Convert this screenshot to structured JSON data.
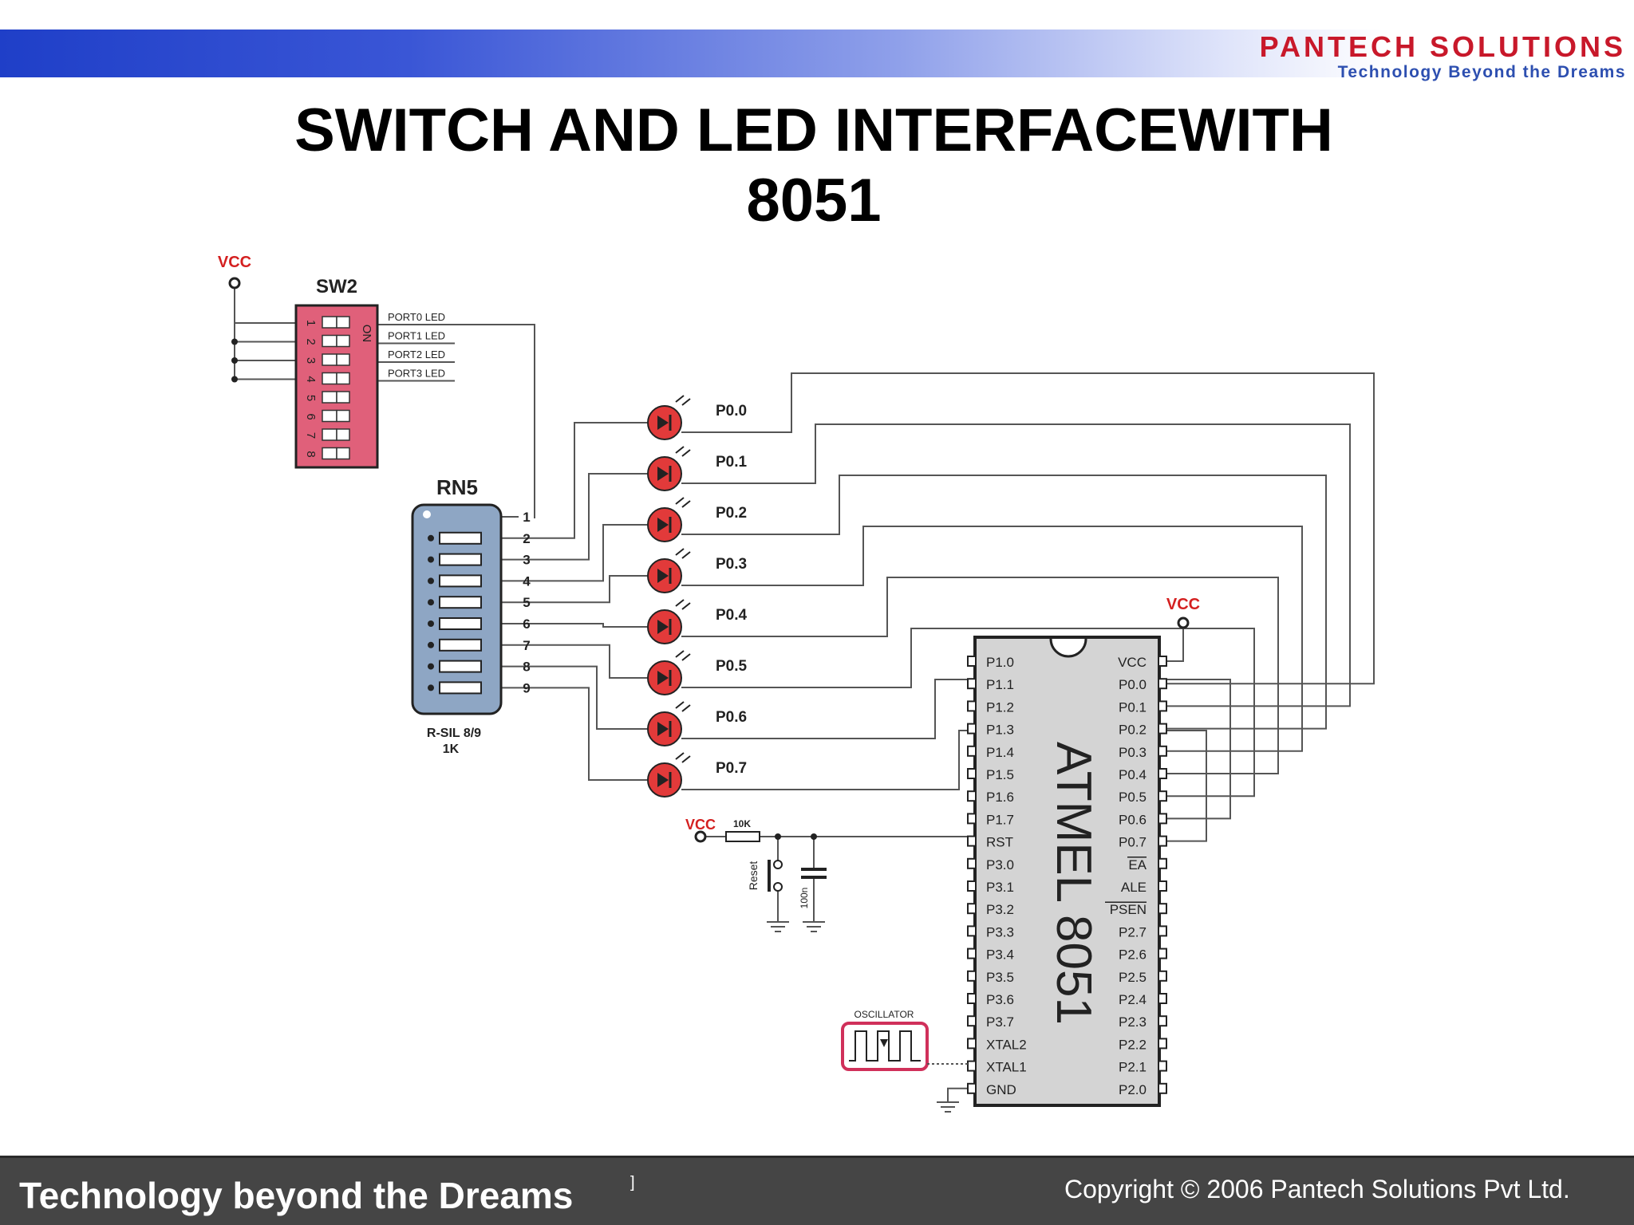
{
  "header": {
    "brand_name": "PANTECH SOLUTIONS",
    "brand_tagline": "Technology Beyond the Dreams",
    "brand_color": "#c8182a",
    "tagline_color": "#2d4fb0",
    "band_color": "#1f3fc8"
  },
  "slide": {
    "title_line1": "SWITCH AND LED INTERFACEWITH",
    "title_line2": "8051"
  },
  "schematic": {
    "sw2": {
      "vcc": "VCC",
      "name": "SW2",
      "on_label": "ON",
      "switch_numbers": [
        "1",
        "2",
        "3",
        "4",
        "5",
        "6",
        "7",
        "8"
      ],
      "port_labels": [
        "PORT0 LED",
        "PORT1 LED",
        "PORT2 LED",
        "PORT3 LED"
      ]
    },
    "rn5": {
      "name": "RN5",
      "pin_numbers": [
        "1",
        "2",
        "3",
        "4",
        "5",
        "6",
        "7",
        "8",
        "9"
      ],
      "type_label": "R-SIL 8/9",
      "value_label": "1K"
    },
    "leds": [
      "P0.0",
      "P0.1",
      "P0.2",
      "P0.3",
      "P0.4",
      "P0.5",
      "P0.6",
      "P0.7"
    ],
    "mcu": {
      "name": "ATMEL 8051",
      "vcc": "VCC",
      "left_pins": [
        "P1.0",
        "P1.1",
        "P1.2",
        "P1.3",
        "P1.4",
        "P1.5",
        "P1.6",
        "P1.7",
        "RST",
        "P3.0",
        "P3.1",
        "P3.2",
        "P3.3",
        "P3.4",
        "P3.5",
        "P3.6",
        "P3.7",
        "XTAL2",
        "XTAL1",
        "GND"
      ],
      "right_pins": [
        "VCC",
        "P0.0",
        "P0.1",
        "P0.2",
        "P0.3",
        "P0.4",
        "P0.5",
        "P0.6",
        "P0.7",
        "EA",
        "ALE",
        "PSEN",
        "P2.7",
        "P2.6",
        "P2.5",
        "P2.4",
        "P2.3",
        "P2.2",
        "P2.1",
        "P2.0"
      ]
    },
    "reset": {
      "vcc": "VCC",
      "resistor": "10K",
      "switch": "Reset",
      "capacitor": "100n"
    },
    "oscillator": "OSCILLATOR",
    "wire_color": "#555555",
    "led_color": "#e23a3a",
    "vcc_color": "#d42020",
    "sw_color": "#e0607a",
    "rn_color": "#8ea6c4"
  },
  "footer": {
    "left_text": "Technology beyond the Dreams",
    "mark": "]",
    "right_text": "Copyright © 2006 Pantech Solutions Pvt Ltd."
  }
}
